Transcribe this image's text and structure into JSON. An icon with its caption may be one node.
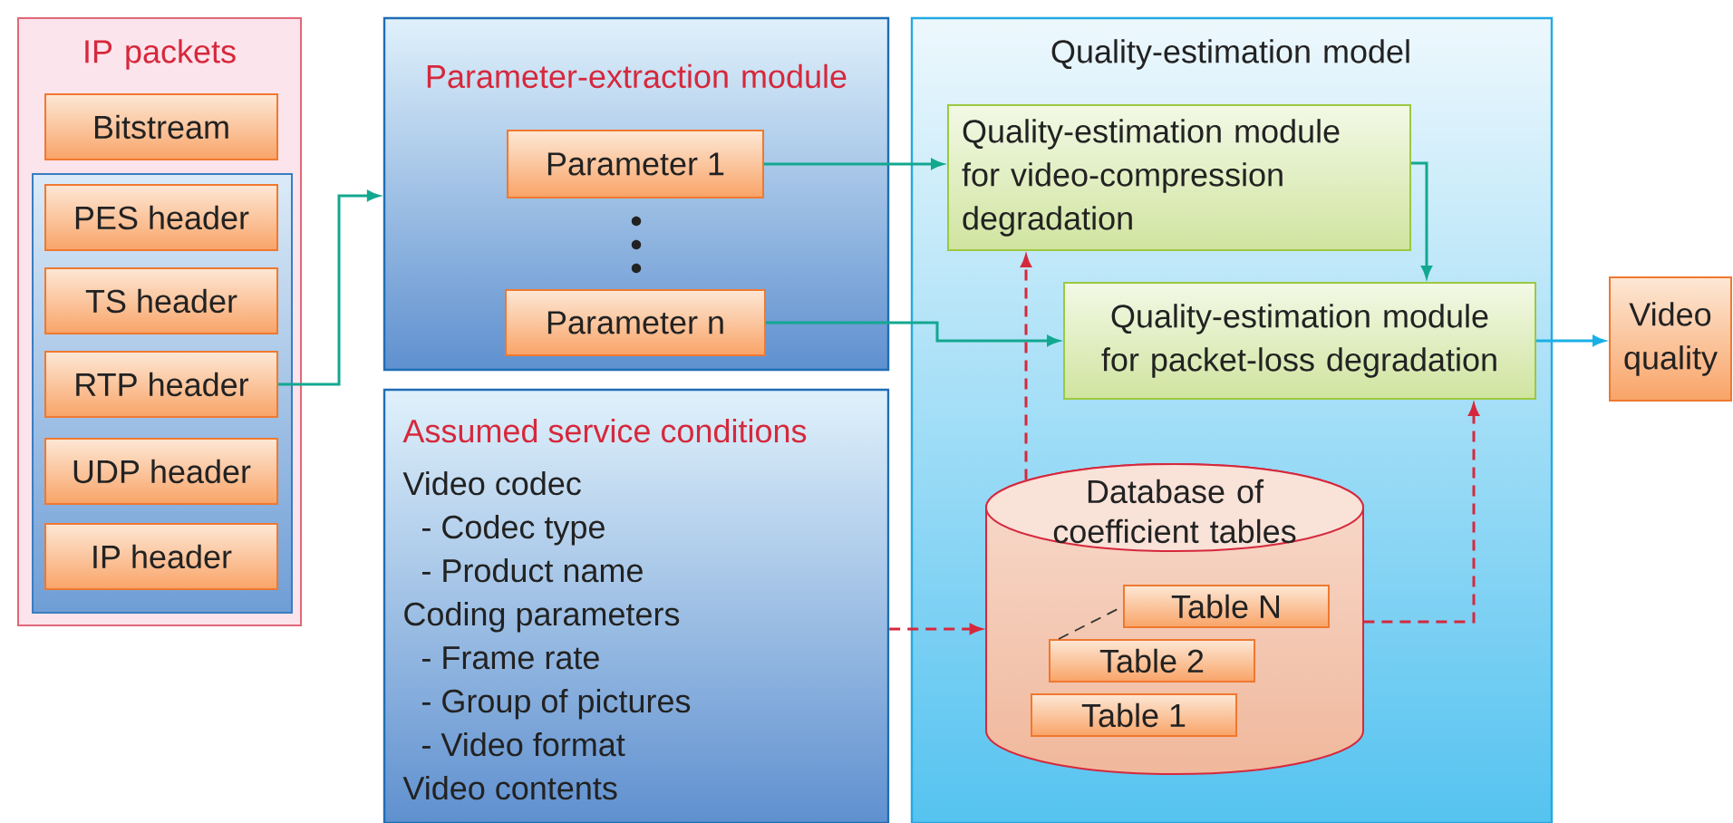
{
  "diagram": {
    "nodes": [
      {
        "text": [
          "IP packets"
        ]
      },
      {
        "text": [
          "Bitstream"
        ],
        "in": 0
      },
      {
        "text": [],
        "shape": "box",
        "in": 0
      },
      {
        "text": [
          "PES header"
        ],
        "in": 2
      },
      {
        "text": [
          "TS header"
        ],
        "in": 2
      },
      {
        "text": [
          "RTP header"
        ],
        "in": 2
      },
      {
        "text": [
          "UDP header"
        ],
        "in": 2
      },
      {
        "text": [
          "IP header"
        ],
        "in": 2
      },
      {
        "text": [
          "Parameter-extraction module"
        ]
      },
      {
        "text": [
          "Parameter 1"
        ],
        "in": 8
      },
      {
        "text": [
          "Parameter n"
        ],
        "in": 8
      },
      {
        "text": [
          "Assumed service conditions",
          "Video codec",
          "- Codec type",
          "- Product name",
          "Coding parameters",
          "- Frame rate",
          "- Group of pictures",
          "- Video format",
          "Video contents"
        ]
      },
      {
        "text": [
          "Quality-estimation model"
        ]
      },
      {
        "text": [
          "Quality-estimation module for video-compression degradation"
        ],
        "in": 12
      },
      {
        "text": [
          "Quality-estimation module for packet-loss degradation"
        ],
        "in": 12
      },
      {
        "text": [
          "Video quality"
        ]
      },
      {
        "text": [
          "Database of coefficient tables"
        ],
        "in": 12
      },
      {
        "text": [
          "Table N"
        ],
        "in": 16
      },
      {
        "text": [
          "Table 2"
        ],
        "in": 16
      },
      {
        "text": [
          "Table 1"
        ],
        "in": 16
      }
    ],
    "edges": [
      {
        "from": 5,
        "to": 8,
        "arrow": "to"
      },
      {
        "from": 9,
        "to": 13,
        "arrow": "to"
      },
      {
        "from": 10,
        "to": 14,
        "arrow": "to"
      },
      {
        "from": 13,
        "to": 14,
        "arrow": "to"
      },
      {
        "from": 14,
        "to": 15,
        "arrow": "to",
        "color": "#1ab0e6"
      },
      {
        "from": 11,
        "to": 16,
        "arrow": "to",
        "style": "dashed",
        "color": "#d6283c"
      },
      {
        "from": 16,
        "to": 13,
        "arrow": "to",
        "style": "dashed",
        "color": "#d6283c"
      },
      {
        "from": 16,
        "to": 14,
        "arrow": "to",
        "style": "dashed",
        "color": "#d6283c"
      },
      {
        "from": 18,
        "to": 17,
        "arrow": "none",
        "style": "dashed",
        "color": "#333333"
      }
    ]
  }
}
